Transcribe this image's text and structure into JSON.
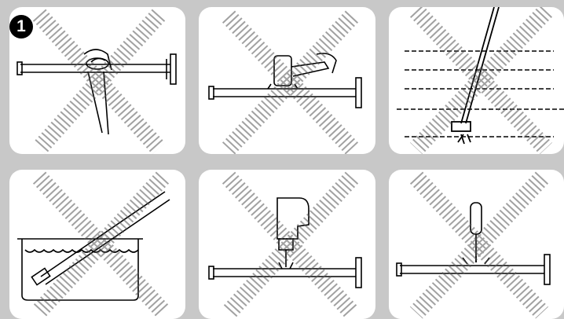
{
  "step": {
    "number": "1"
  },
  "colors": {
    "background": "#c8c8c8",
    "panel": "#ffffff",
    "ink": "#000000",
    "cross": "#555555"
  },
  "panels": [
    {
      "id": "p1",
      "content": "tube-with-pliers",
      "prohibited": true
    },
    {
      "id": "p2",
      "content": "tube-with-hammer",
      "prohibited": true
    },
    {
      "id": "p3",
      "content": "tube-hammered-on-table",
      "prohibited": true
    },
    {
      "id": "p4",
      "content": "tube-in-water-bath",
      "prohibited": true
    },
    {
      "id": "p5",
      "content": "tube-with-power-drill",
      "prohibited": true
    },
    {
      "id": "p6",
      "content": "tube-with-screwdriver",
      "prohibited": true
    }
  ]
}
